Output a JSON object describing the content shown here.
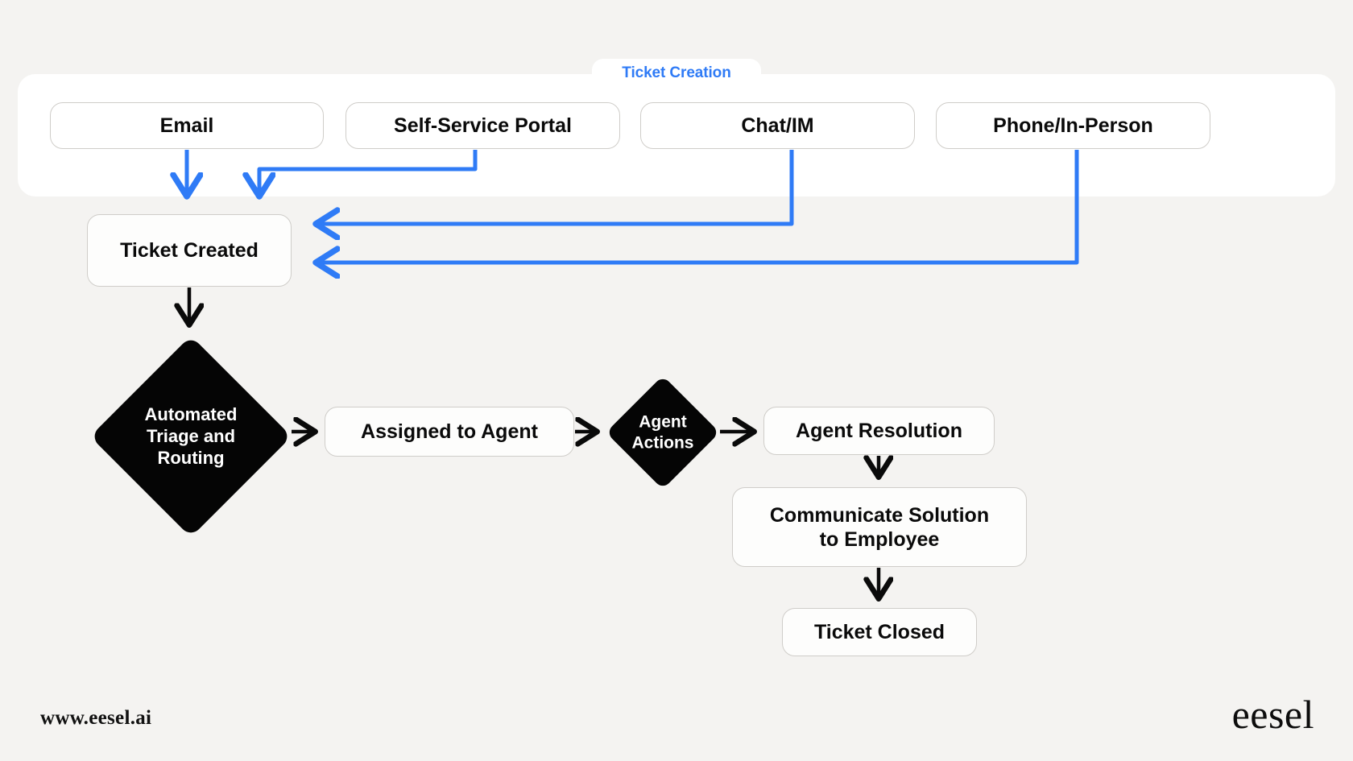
{
  "diagram": {
    "title": "Ticket Creation",
    "background_color": "#f4f3f1",
    "accent_color": "#2f7bf6",
    "node_fill": "#ffffff",
    "node_border": "#cfcdc9",
    "decision_fill": "#050505",
    "decision_text_color": "#ffffff"
  },
  "group": {
    "label": "Ticket Creation",
    "sources": [
      {
        "label": "Email"
      },
      {
        "label": "Self-Service Portal"
      },
      {
        "label": "Chat/IM"
      },
      {
        "label": "Phone/In-Person"
      }
    ]
  },
  "nodes": {
    "ticket_created": "Ticket Created",
    "automated_triage": "Automated\nTriage and\nRouting",
    "automated_triage_lines": [
      "Automated",
      "Triage and",
      "Routing"
    ],
    "assigned_to_agent": "Assigned to Agent",
    "agent_actions_lines": [
      "Agent",
      "Actions"
    ],
    "agent_resolution": "Agent Resolution",
    "communicate_solution_lines": [
      "Communicate Solution",
      "to Employee"
    ],
    "ticket_closed": "Ticket Closed"
  },
  "edges": [
    {
      "from": "Email",
      "to": "Ticket Created",
      "color": "#2f7bf6"
    },
    {
      "from": "Self-Service Portal",
      "to": "Ticket Created",
      "color": "#2f7bf6"
    },
    {
      "from": "Chat/IM",
      "to": "Ticket Created",
      "color": "#2f7bf6"
    },
    {
      "from": "Phone/In-Person",
      "to": "Ticket Created",
      "color": "#2f7bf6"
    },
    {
      "from": "Ticket Created",
      "to": "Automated Triage and Routing",
      "color": "#000000"
    },
    {
      "from": "Automated Triage and Routing",
      "to": "Assigned to Agent",
      "color": "#000000"
    },
    {
      "from": "Assigned to Agent",
      "to": "Agent Actions",
      "color": "#000000"
    },
    {
      "from": "Agent Actions",
      "to": "Agent Resolution",
      "color": "#000000"
    },
    {
      "from": "Agent Resolution",
      "to": "Communicate Solution to Employee",
      "color": "#000000"
    },
    {
      "from": "Communicate Solution to Employee",
      "to": "Ticket Closed",
      "color": "#000000"
    }
  ],
  "footer": {
    "url": "www.eesel.ai",
    "brand": "eesel"
  }
}
